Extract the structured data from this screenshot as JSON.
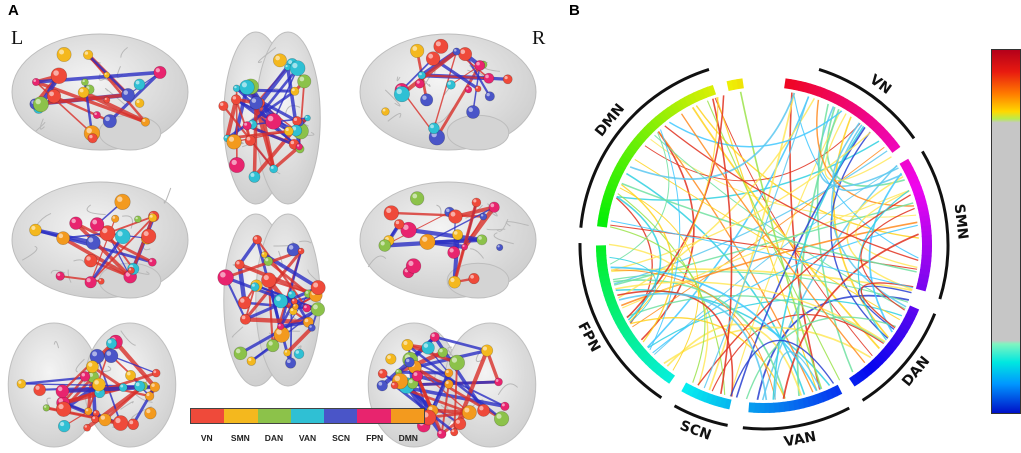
{
  "panel_a": {
    "label": "A",
    "left_hemisphere_label": "L",
    "right_hemisphere_label": "R",
    "legend": [
      {
        "name": "VN",
        "color": "#ef4a3a"
      },
      {
        "name": "SMN",
        "color": "#f4b81e"
      },
      {
        "name": "DAN",
        "color": "#8cc24a"
      },
      {
        "name": "VAN",
        "color": "#2fc0d4"
      },
      {
        "name": "SCN",
        "color": "#4a55c8"
      },
      {
        "name": "FPN",
        "color": "#e8246e"
      },
      {
        "name": "DMN",
        "color": "#f39a1e"
      }
    ]
  },
  "panel_b": {
    "label": "B",
    "networks": [
      {
        "name": "VN",
        "start": 0.5,
        "end": 1.9
      },
      {
        "name": "SMN",
        "start": 1.9,
        "end": 3.65
      },
      {
        "name": "DAN",
        "start": 3.65,
        "end": 5.0
      },
      {
        "name": "VAN",
        "start": 5.0,
        "end": 6.3
      },
      {
        "name": "SCN",
        "start": 6.3,
        "end": 7.05
      },
      {
        "name": "FPN",
        "start": 7.05,
        "end": 9.1
      },
      {
        "name": "DMN",
        "start": 9.1,
        "end": 11.5
      }
    ]
  }
}
